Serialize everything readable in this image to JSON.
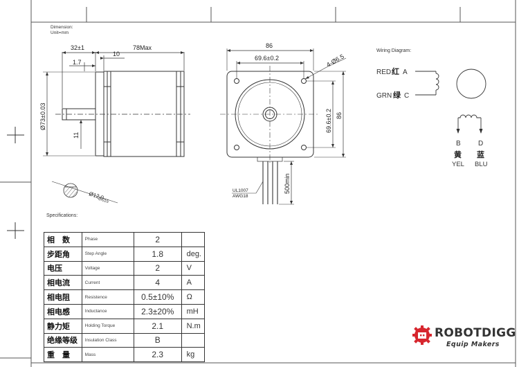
{
  "header": {
    "dimension_title": "Dimension:",
    "unit": "Unit=mm"
  },
  "side_view": {
    "dim_32": "32±1",
    "dim_78max": "78Max",
    "dim_10": "10",
    "dim_1_7": "1.7",
    "dim_73": "Ø73±0.03",
    "dim_11": "11",
    "shaft_section": "Ø12.0",
    "shaft_tol": "-0.015"
  },
  "front_view": {
    "dim_86_top": "86",
    "dim_69_6_top": "69.6±0.2",
    "hole_label": "4-Ø6.5",
    "dim_69_6_side": "69.6±0.2",
    "dim_86_side": "86",
    "cable_len": "500min",
    "cable_spec_1": "UL1007",
    "cable_spec_2": "AWG18"
  },
  "wiring": {
    "title": "Wiring Diagram:",
    "red_en": "RED",
    "red_zh": "红",
    "red_letter": "A",
    "grn_en": "GRN",
    "grn_zh": "绿",
    "grn_letter": "C",
    "b_letter": "B",
    "d_letter": "D",
    "yel_zh": "黄",
    "blu_zh": "蓝",
    "yel_en": "YEL",
    "blu_en": "BLU"
  },
  "specs": {
    "title": "Specifications:",
    "rows": [
      {
        "zh": "相　数",
        "en": "Phase",
        "val": "2",
        "unit": ""
      },
      {
        "zh": "步距角",
        "en": "Step Angle",
        "val": "1.8",
        "unit": "deg."
      },
      {
        "zh": "电压",
        "en": "Voltage",
        "val": "2",
        "unit": "V"
      },
      {
        "zh": "相电流",
        "en": "Current",
        "val": "4",
        "unit": "A"
      },
      {
        "zh": "相电阻",
        "en": "Resistence",
        "val": "0.5±10%",
        "unit": "Ω"
      },
      {
        "zh": "相电感",
        "en": "Inductance",
        "val": "2.3±20%",
        "unit": "mH"
      },
      {
        "zh": "静力矩",
        "en": "Holding Torque",
        "val": "2.1",
        "unit": "N.m"
      },
      {
        "zh": "绝缘等级",
        "en": "Insulation Class",
        "val": "B",
        "unit": ""
      },
      {
        "zh": "重　量",
        "en": "Mass",
        "val": "2.3",
        "unit": "kg"
      }
    ]
  },
  "logo": {
    "name": "ROBOTDIGG",
    "tagline": "Equip Makers",
    "brand_color": "#d7262e"
  }
}
